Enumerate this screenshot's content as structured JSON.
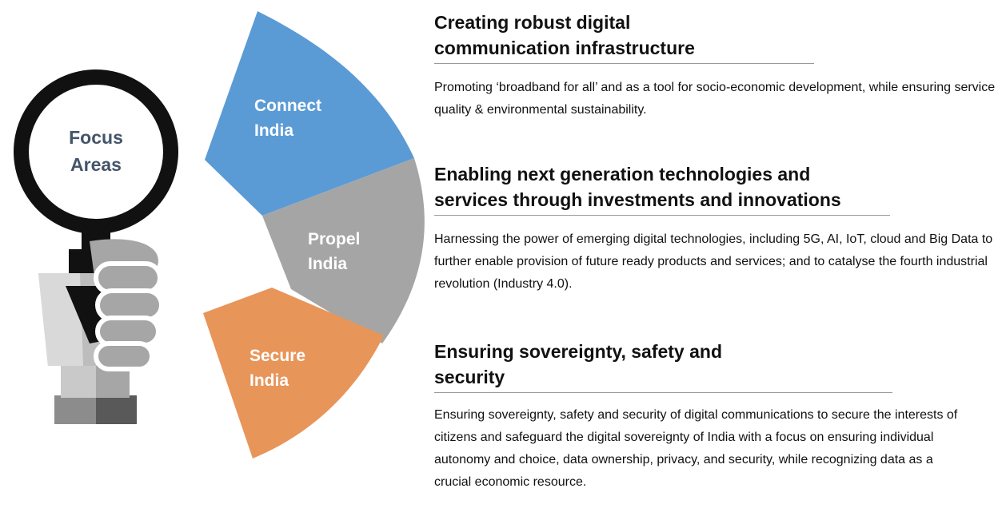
{
  "focus": {
    "lens_line1": "Focus",
    "lens_line2": "Areas"
  },
  "segments": [
    {
      "id": "connect",
      "line1": "Connect",
      "line2": "India",
      "color": "#5b9bd5"
    },
    {
      "id": "propel",
      "line1": "Propel",
      "line2": "India",
      "color": "#a5a5a5"
    },
    {
      "id": "secure",
      "line1": "Secure",
      "line2": "India",
      "color": "#e8955a"
    }
  ],
  "sections": [
    {
      "heading_line1": "Creating robust digital",
      "heading_line2": "communication infrastructure",
      "description": "Promoting ‘broadband for all’ and as a tool for socio-economic development, while ensuring service quality & environmental sustainability."
    },
    {
      "heading_line1": "Enabling next generation technologies and",
      "heading_line2": "services through investments and  innovations",
      "description": "Harnessing the power of emerging digital technologies, including 5G, AI, IoT, cloud and Big Data to further enable provision of future ready products and services; and to catalyse the fourth industrial revolution (Industry 4.0)."
    },
    {
      "heading_line1": "Ensuring sovereignty, safety and",
      "heading_line2": "security",
      "description": "Ensuring sovereignty, safety and security of digital communications to secure the interests of citizens and safeguard the digital sovereignty of India with a focus on ensuring individual autonomy and choice, data ownership, privacy, and security, while recognizing data as a crucial economic resource."
    }
  ]
}
